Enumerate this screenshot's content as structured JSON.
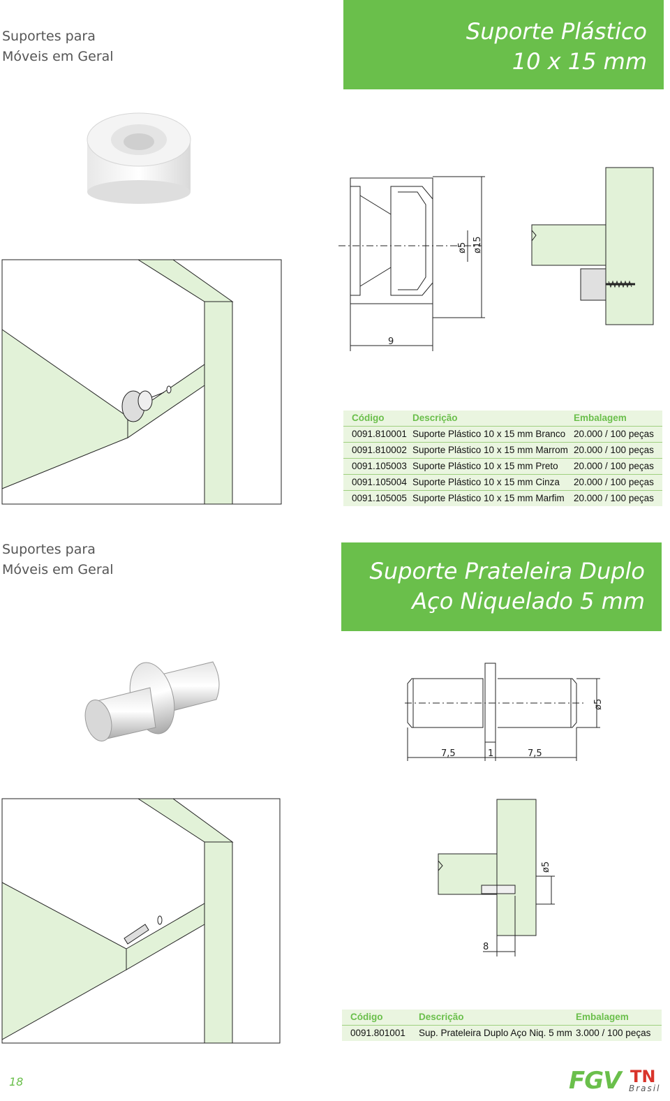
{
  "section1": {
    "category_line1": "Suportes para",
    "category_line2": "Móveis em Geral",
    "title_line1": "Suporte Plástico",
    "title_line2": "10 x 15 mm",
    "dims": {
      "d_inner": "ø5",
      "d_outer": "ø15",
      "length": "9"
    },
    "table": {
      "headers": [
        "Código",
        "Descrição",
        "Embalagem"
      ],
      "rows": [
        [
          "0091.810001",
          "Suporte Plástico 10 x 15 mm Branco",
          "20.000 / 100 peças"
        ],
        [
          "0091.810002",
          "Suporte Plástico 10 x 15 mm Marrom",
          "20.000 / 100 peças"
        ],
        [
          "0091.105003",
          "Suporte Plástico 10 x 15 mm Preto",
          "20.000 / 100 peças"
        ],
        [
          "0091.105004",
          "Suporte Plástico 10 x 15 mm Cinza",
          "20.000 / 100 peças"
        ],
        [
          "0091.105005",
          "Suporte Plástico 10 x 15 mm Marfim",
          "20.000 / 100 peças"
        ]
      ]
    }
  },
  "section2": {
    "category_line1": "Suportes para",
    "category_line2": "Móveis em Geral",
    "title_line1": "Suporte Prateleira Duplo",
    "title_line2": "Aço Niquelado 5 mm",
    "dims": {
      "diameter": "ø5",
      "left": "7,5",
      "mid": "1",
      "right": "7,5",
      "depth": "8",
      "d_install": "ø5"
    },
    "table": {
      "headers": [
        "Código",
        "Descrição",
        "Embalagem"
      ],
      "rows": [
        [
          "0091.801001",
          "Sup. Prateleira Duplo Aço Niq. 5 mm",
          "3.000 / 100 peças"
        ]
      ]
    }
  },
  "footer": {
    "page_number": "18",
    "logo_left_text": "FGV",
    "logo_right_text": "TN",
    "logo_sub": "Brasil"
  },
  "colors": {
    "brand_green": "#6abf4b",
    "panel_green": "#e2f2d8",
    "table_bg": "#eaf5e0"
  }
}
